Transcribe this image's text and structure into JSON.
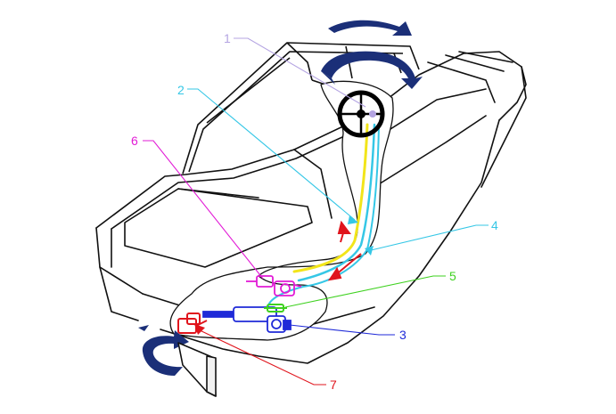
{
  "diagram": {
    "colors": {
      "outline": "#111111",
      "motion_arrow": "#1b2f78",
      "wheel": "#000000",
      "hose_cyan": "#35c7e6",
      "hose_yellow": "#f2e51a",
      "flow_red": "#e0141c",
      "pump_magenta": "#e21bd6",
      "cylinder_blue": "#1f2ad8",
      "fitting_green": "#3ed11f",
      "label_lavender": "#b4a4e2"
    },
    "callouts": [
      {
        "id": "1",
        "label": "1",
        "color": "#b4a4e2"
      },
      {
        "id": "2",
        "label": "2",
        "color": "#35c7e6"
      },
      {
        "id": "3",
        "label": "3",
        "color": "#1f2ad8"
      },
      {
        "id": "4",
        "label": "4",
        "color": "#35c7e6"
      },
      {
        "id": "5",
        "label": "5",
        "color": "#3ed11f"
      },
      {
        "id": "6",
        "label": "6",
        "color": "#e21bd6"
      },
      {
        "id": "7",
        "label": "7",
        "color": "#e0141c"
      }
    ],
    "icons": [
      "steering-wheel-icon",
      "rotation-arrow-icon",
      "helm-pump-icon",
      "hydraulic-cylinder-icon",
      "rudder-icon"
    ]
  }
}
